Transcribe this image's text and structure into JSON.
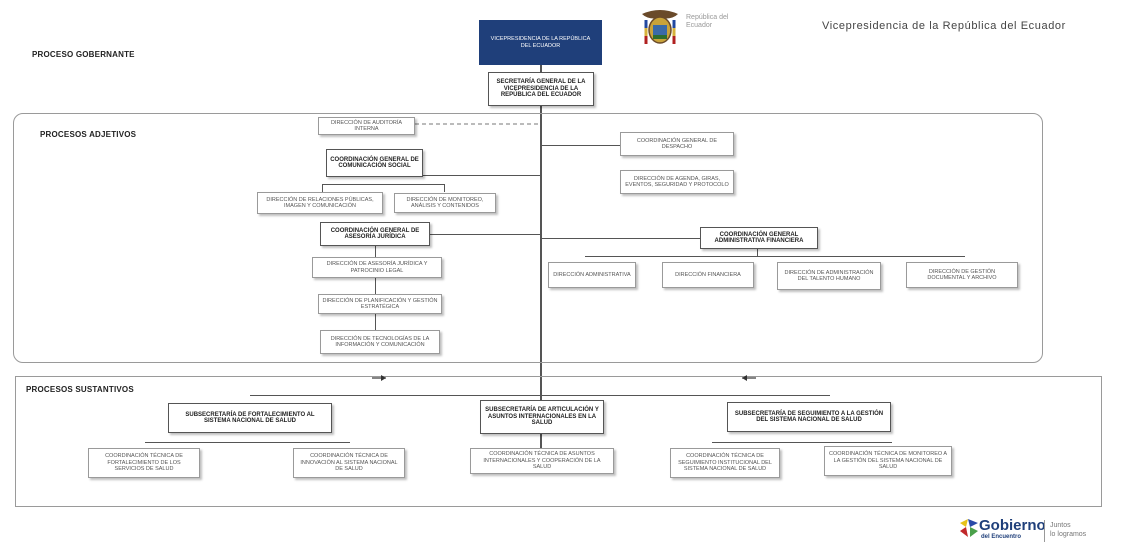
{
  "header": {
    "top_box": "VICEPRESIDENCIA DE LA REPÚBLICA DEL ECUADOR",
    "emblem_caption": "República del Ecuador",
    "org_title": "Vicepresidencia de la República del Ecuador",
    "gobernante_label": "PROCESO GOBERNANTE",
    "secretaria": "SECRETARÍA GENERAL DE LA VICEPRESIDENCIA DE LA REPÚBLICA DEL ECUADOR"
  },
  "adjetivos": {
    "label": "PROCESOS ADJETIVOS",
    "auditoria": "DIRECCIÓN DE AUDITORÍA INTERNA",
    "comunicacion": "COORDINACIÓN GENERAL DE COMUNICACIÓN SOCIAL",
    "relaciones": "DIRECCIÓN DE RELACIONES PÚBLICAS, IMAGEN Y COMUNICACIÓN",
    "monitoreo": "DIRECCIÓN DE MONITOREO, ANÁLISIS Y CONTENIDOS",
    "juridica": "COORDINACIÓN GENERAL DE ASESORÍA JURÍDICA",
    "asesoria": "DIRECCIÓN DE ASESORÍA JURÍDICA Y PATROCINIO LEGAL",
    "planificacion": "DIRECCIÓN DE PLANIFICACIÓN Y GESTIÓN ESTRATÉGICA",
    "tecnologias": "DIRECCIÓN DE TECNOLOGÍAS DE LA INFORMACIÓN Y COMUNICACIÓN",
    "despacho": "COORDINACIÓN GENERAL DE DESPACHO",
    "agenda": "DIRECCIÓN DE AGENDA, GIRAS, EVENTOS, SEGURIDAD Y PROTOCOLO",
    "administrativa": "COORDINACIÓN GENERAL ADMINISTRATIVA FINANCIERA",
    "dir_admin": "DIRECCIÓN ADMINISTRATIVA",
    "dir_fin": "DIRECCIÓN FINANCIERA",
    "dir_talento": "DIRECCIÓN DE ADMINISTRACIÓN DEL TALENTO HUMANO",
    "dir_doc": "DIRECCIÓN DE GESTIÓN DOCUMENTAL Y ARCHIVO"
  },
  "sustantivos": {
    "label": "PROCESOS SUSTANTIVOS",
    "sub_fort": "SUBSECRETARÍA DE FORTALECIMIENTO AL SISTEMA NACIONAL DE SALUD",
    "coord_fort": "COORDINACIÓN TÉCNICA DE FORTALECIMIENTO DE LOS SERVICIOS DE SALUD",
    "coord_innov": "COORDINACIÓN TÉCNICA DE INNOVACIÓN AL SISTEMA NACIONAL DE SALUD",
    "sub_artic": "SUBSECRETARÍA DE ARTICULACIÓN Y ASUNTOS INTERNACIONALES EN LA SALUD",
    "coord_artic": "COORDINACIÓN TÉCNICA DE ASUNTOS INTERNACIONALES Y COOPERACIÓN DE LA SALUD",
    "sub_seg": "SUBSECRETARÍA DE SEGUIMIENTO A LA GESTIÓN DEL SISTEMA NACIONAL DE SALUD",
    "coord_seg": "COORDINACIÓN TÉCNICA DE SEGUIMIENTO INSTITUCIONAL DEL SISTEMA NACIONAL DE SALUD",
    "coord_mon": "COORDINACIÓN TÉCNICA DE MONITOREO A LA GESTIÓN DEL SISTEMA NACIONAL DE SALUD"
  },
  "footer": {
    "brand": "Gobierno",
    "sub": "del Encuentro",
    "tag1": "Juntos",
    "tag2": "lo logramos"
  },
  "colors": {
    "top_box": "#1f3f7a",
    "line": "#555555"
  }
}
